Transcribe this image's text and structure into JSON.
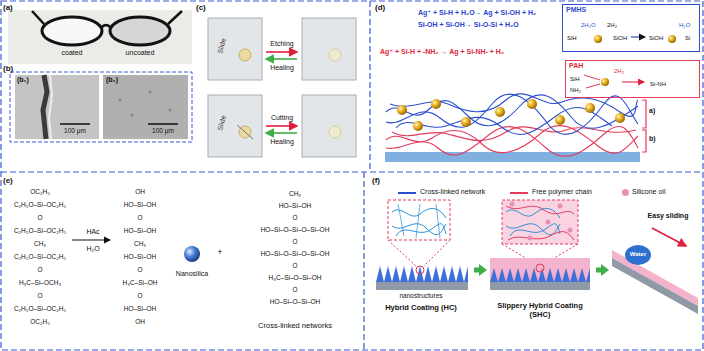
{
  "diagram": {
    "nodes": [
      {
        "text": [
          "PMHS",
          "SiH",
          "2H₂O",
          "2H₂",
          "SiOH",
          "SiOH",
          "H₂O",
          "Si"
        ]
      },
      {
        "text": [
          "PAH",
          "SiH",
          "NH₂",
          "2H₂",
          "Si-NH"
        ]
      },
      {
        "text": [
          "nanostructures",
          "Hybrid Coating (HC)"
        ]
      },
      {
        "text": [
          "Slippery Hybrid Coating (SHC)"
        ]
      },
      {
        "text": [
          "Easy sliding",
          "Water"
        ]
      }
    ],
    "edges": [
      {
        "from": 2,
        "to": 3,
        "arrow": "to"
      },
      {
        "from": 3,
        "to": 4,
        "arrow": "to"
      }
    ],
    "labels": [
      "(a)",
      "coated",
      "uncoated",
      "(b)",
      "(b₁)",
      "100 μm",
      "(b₂)",
      "100 μm",
      "(c)",
      "Slide",
      "Etching",
      "Healing",
      "Slide",
      "Cutting",
      "Healing",
      "(d)",
      "Ag⁺ + Si-H + H₂O→ Ag + Si-OH + H₂",
      "Si-OH + Si-OH→ Si-O-Si + H₂O",
      "Ag⁺ + Si-H + -NH₂ → Ag + Si-NH- + H₂",
      "a)",
      "b)",
      "(e)",
      "OC₂H₅",
      "C₂H₅O–Si–OC₂H₅",
      "O",
      "C₂H₅O–Si–OC₂H₅",
      "CH₃",
      "C₂H₅O–Si–OC₂H₅",
      "O",
      "H₃C–Si–OCH₃",
      "O",
      "C₂H₅O–Si–OC₂H₅",
      "OC₂H₅",
      "HAc",
      "H₂O",
      "OH",
      "HO–Si–OH",
      "O",
      "HO–Si–OH",
      "CH₃",
      "HO–Si–OH",
      "O",
      "H₃C–Si–OH",
      "O",
      "HO–Si–OH",
      "OH",
      "Nanosilica",
      "+",
      "CH₃",
      "HO–Si–OH",
      "O",
      "HO–Si–O–Si–O–Si–OH",
      "O",
      "HO–Si–O–Si–O–Si–OH",
      "O",
      "H₃C–Si–O–Si–OH",
      "O",
      "HO–Si–O–Si–OH",
      "Cross-linked networks",
      "(f)"
    ],
    "legend": [
      {
        "text": "Cross-linked network"
      },
      {
        "text": "Free polymer chain"
      },
      {
        "text": "Silicone oil",
        "color": "#e88fb8"
      }
    ]
  }
}
